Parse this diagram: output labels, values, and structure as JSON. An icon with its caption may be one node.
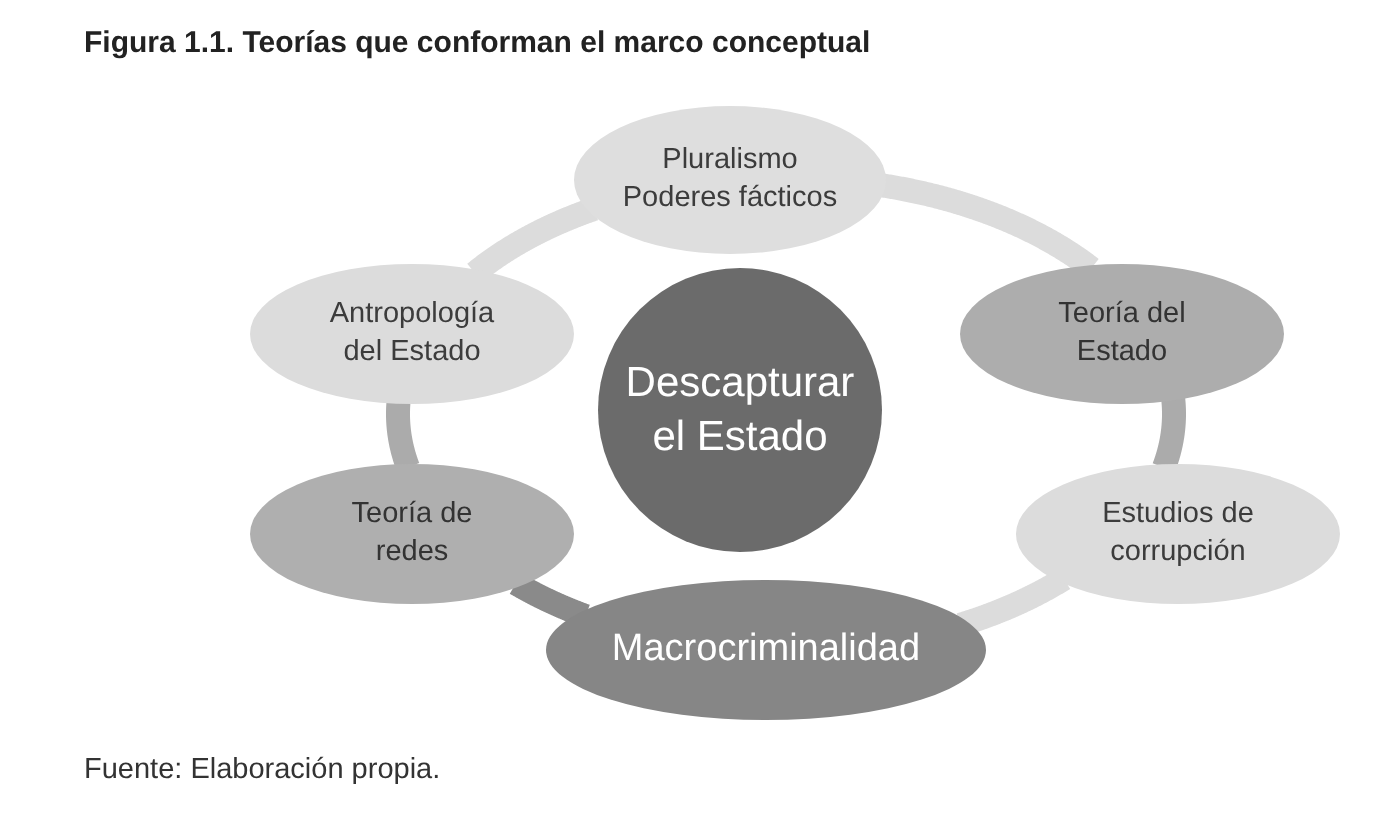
{
  "diagram": {
    "title": "Figura 1.1. Teorías que conforman el marco conceptual",
    "caption": "Fuente: Elaboración propia.",
    "nodes": [
      {
        "text": [
          "Pluralismo",
          "Poderes fácticos"
        ]
      },
      {
        "text": [
          "Antropología del Estado"
        ]
      },
      {
        "text": [
          "Teoría del Estado"
        ]
      },
      {
        "text": [
          "Descapturar el Estado"
        ]
      },
      {
        "text": [
          "Teoría de redes"
        ]
      },
      {
        "text": [
          "Estudios de corrupción"
        ]
      },
      {
        "text": [
          "Macrocriminalidad"
        ]
      }
    ],
    "edges": [
      {
        "from": 0,
        "to": 2,
        "arrow": "none"
      },
      {
        "from": 2,
        "to": 5,
        "arrow": "none",
        "color": "#ababab"
      },
      {
        "from": 5,
        "to": 6,
        "arrow": "none"
      },
      {
        "from": 6,
        "to": 4,
        "arrow": "none",
        "color": "#8a8a8a"
      },
      {
        "from": 4,
        "to": 1,
        "arrow": "none",
        "color": "#ababab"
      },
      {
        "from": 1,
        "to": 0,
        "arrow": "none"
      }
    ]
  }
}
